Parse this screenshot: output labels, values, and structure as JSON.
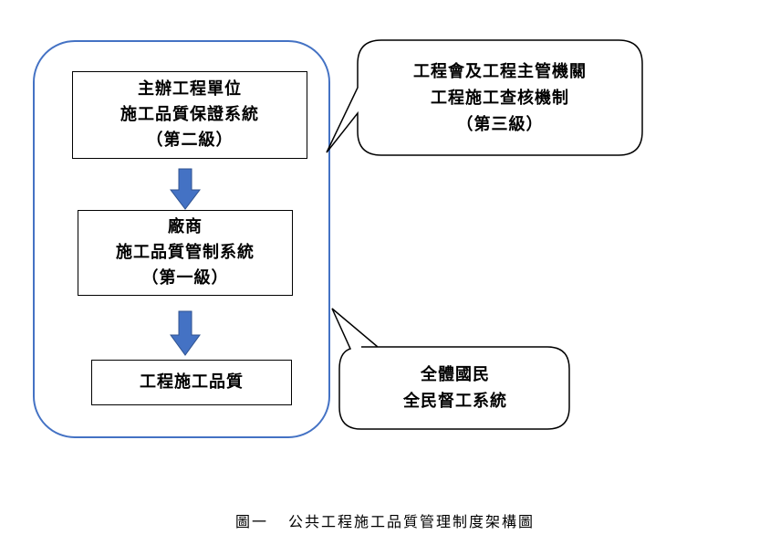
{
  "diagram": {
    "level2_box": {
      "lines": [
        "主辦工程單位",
        "施工品質保證系統",
        "（第二級）"
      ]
    },
    "level1_box": {
      "lines": [
        "廠商",
        "施工品質管制系統",
        "（第一級）"
      ]
    },
    "quality_box": {
      "label": "工程施工品質"
    },
    "level3_callout": {
      "lines": [
        "工程會及工程主管機關",
        "工程施工查核機制",
        "（第三級）"
      ]
    },
    "public_callout": {
      "lines": [
        "全體國民",
        "全民督工系統"
      ]
    },
    "colors": {
      "container_border": "#4472c4",
      "arrow_fill": "#4472c4",
      "arrow_stroke": "#2f528f"
    }
  },
  "caption": {
    "number": "圖一",
    "title": "公共工程施工品質管理制度架構圖"
  }
}
